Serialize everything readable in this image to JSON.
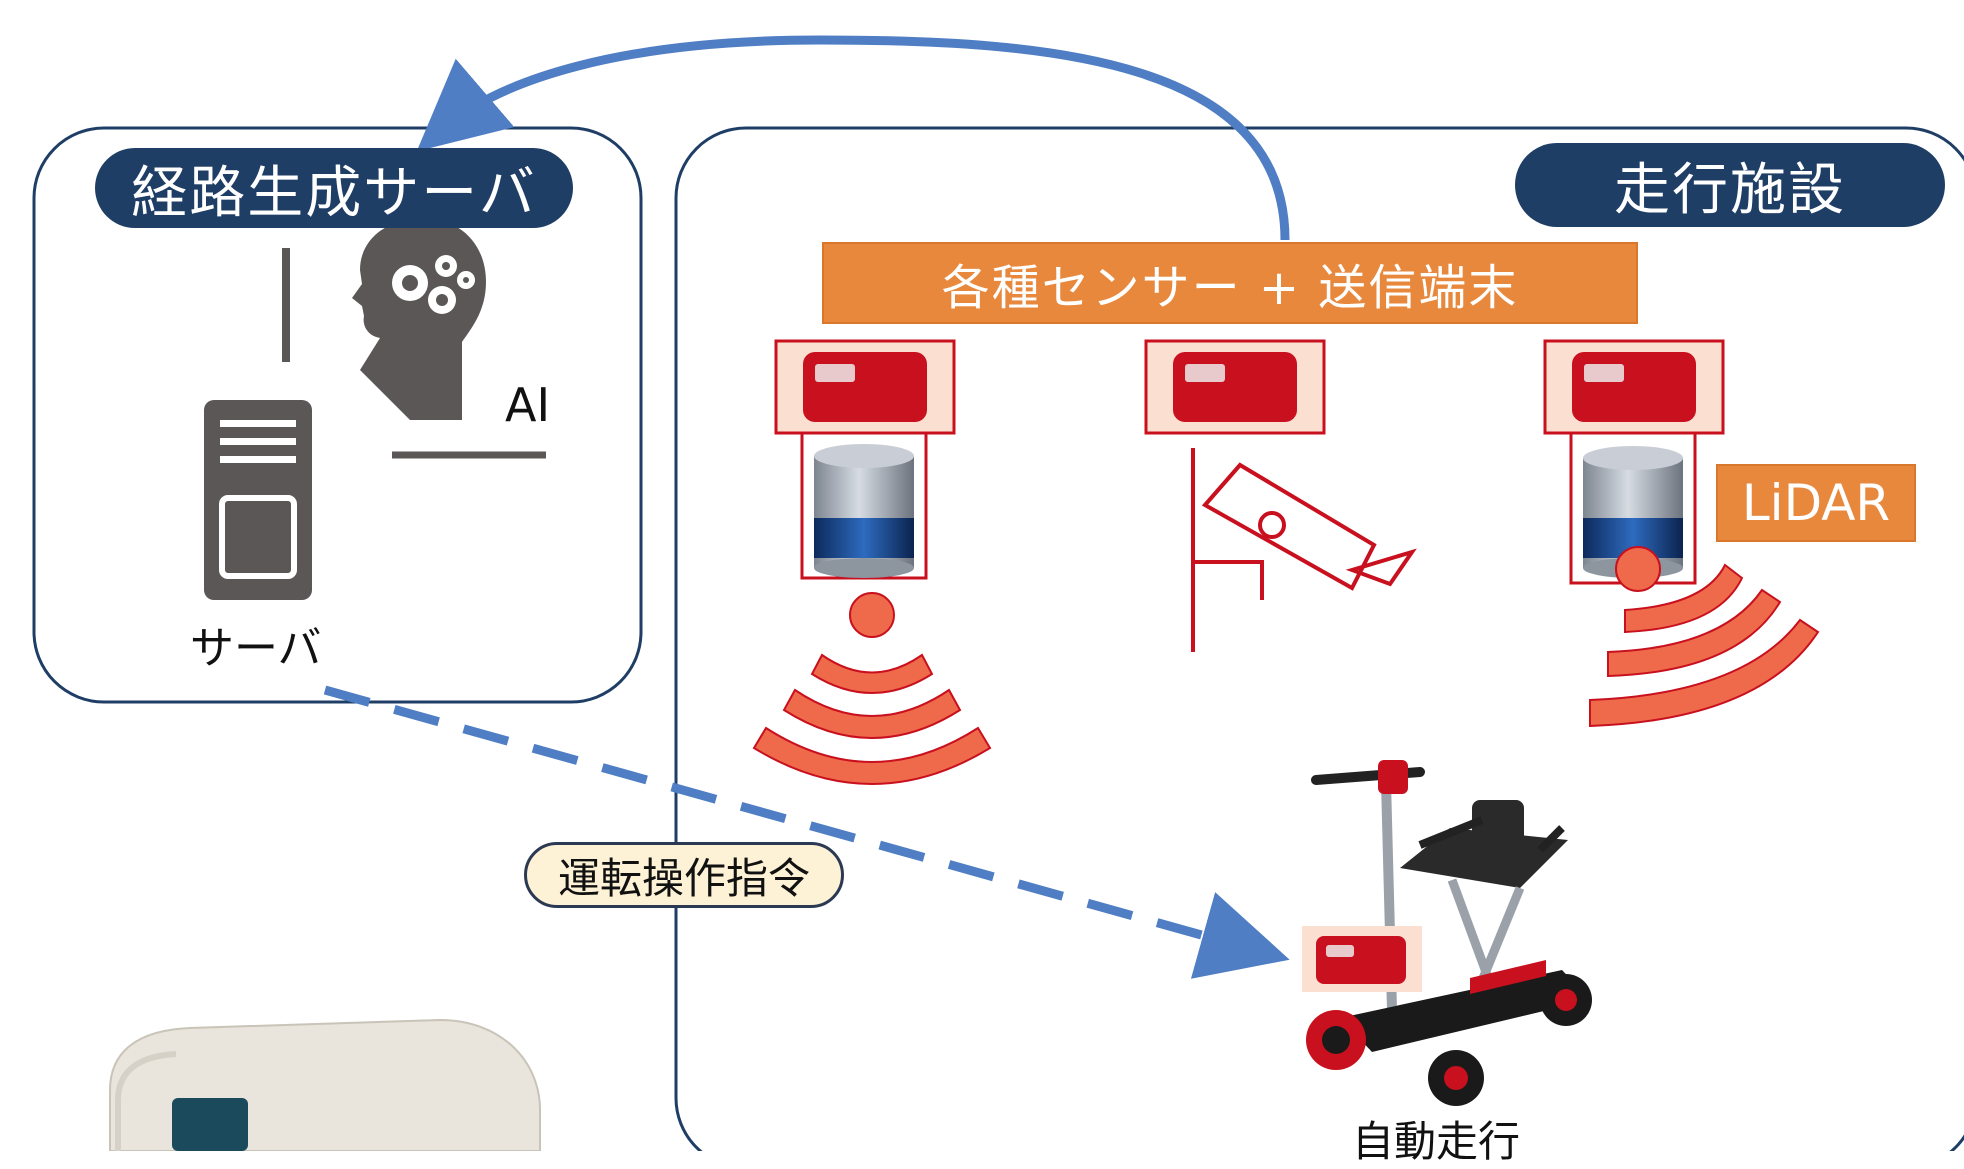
{
  "server_panel": {
    "title": "経路生成サーバ",
    "server_label": "サーバ",
    "ai_label": "AI",
    "icons": [
      "server-tower-icon",
      "ai-head-gears-icon"
    ]
  },
  "facility_panel": {
    "title": "走行施設",
    "sensor_banner": "各種センサー + 送信端末",
    "lidar_label": "LiDAR",
    "vehicle_label": "自動走行",
    "icons": [
      "lidar-sensor-icon",
      "security-camera-icon",
      "wireless-signal-icon",
      "transmitter-icon",
      "mobility-scooter-icon",
      "terminal-device-icon"
    ]
  },
  "command_label": "運転操作指令",
  "colors": {
    "navy": "#1f3e66",
    "orange": "#e8883d",
    "red": "#c8101e",
    "signal": "#ef6a4a",
    "arrow_blue": "#4f7ec4",
    "cream": "#fdf1d6"
  }
}
